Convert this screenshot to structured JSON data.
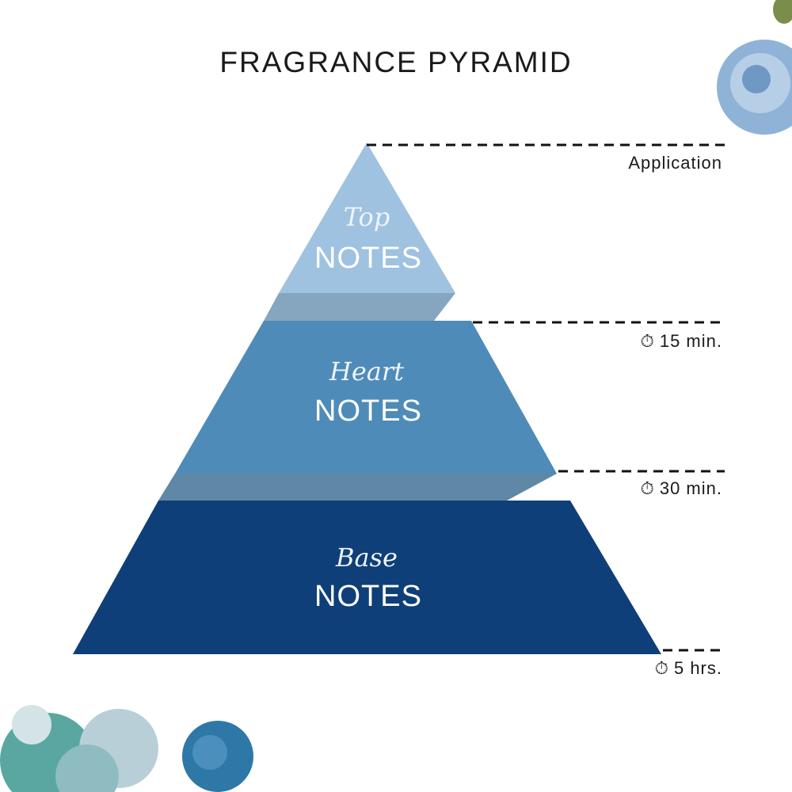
{
  "title": "FRAGRANCE PYRAMID",
  "tiers": [
    {
      "script": "Top",
      "label": "NOTES",
      "color": "#9fc2e0"
    },
    {
      "script": "Heart",
      "label": "NOTES",
      "color": "#4f8bb8"
    },
    {
      "script": "Base",
      "label": "NOTES",
      "color": "#0e3f78"
    }
  ],
  "timeline": [
    {
      "label": "Application",
      "icon": null
    },
    {
      "label": "15 min.",
      "icon": "stopwatch-icon"
    },
    {
      "label": "30 min.",
      "icon": "stopwatch-icon"
    },
    {
      "label": "5 hrs.",
      "icon": "stopwatch-icon"
    }
  ]
}
